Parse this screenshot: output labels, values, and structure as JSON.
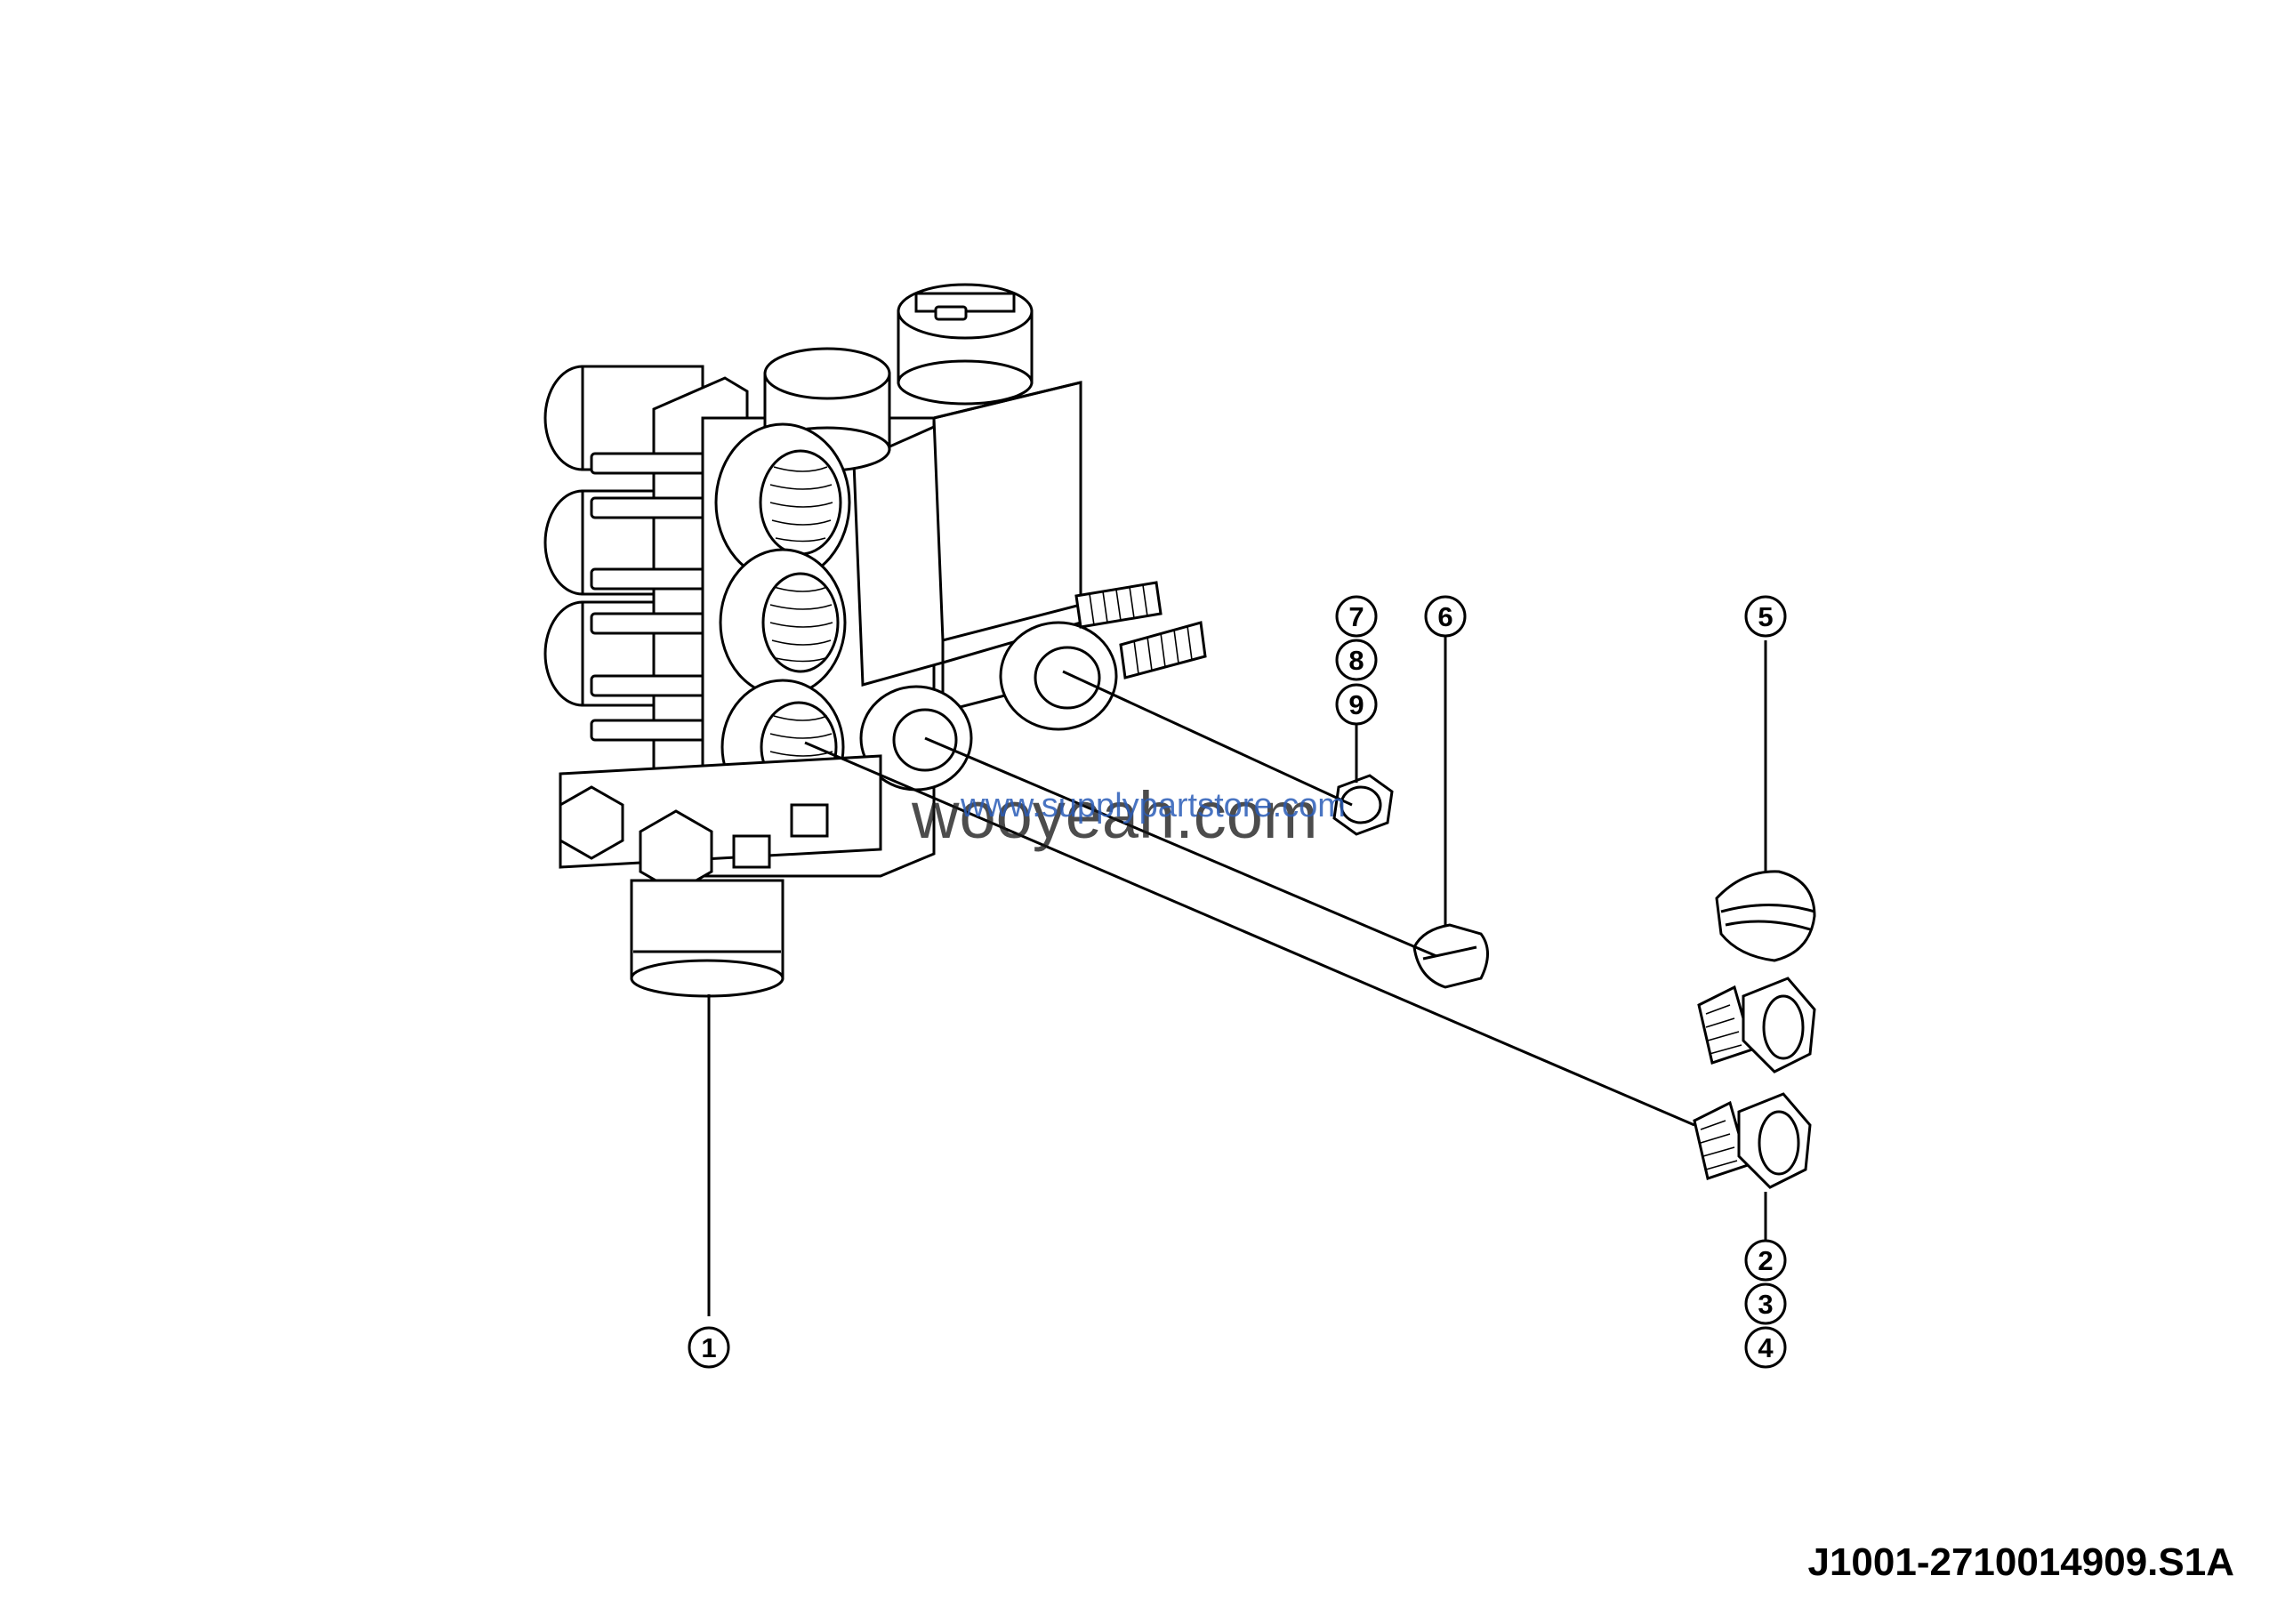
{
  "drawing_id": "J1001-2710014909.S1A",
  "watermarks": {
    "main": "wooyeah.com",
    "sub": "www.supplypartstore.com"
  },
  "callouts": [
    "1",
    "2",
    "3",
    "4",
    "5",
    "6",
    "7",
    "8",
    "9"
  ],
  "colors": {
    "ink": "#000000",
    "background": "#ffffff",
    "watermark_sub": "#2a5cb8"
  }
}
